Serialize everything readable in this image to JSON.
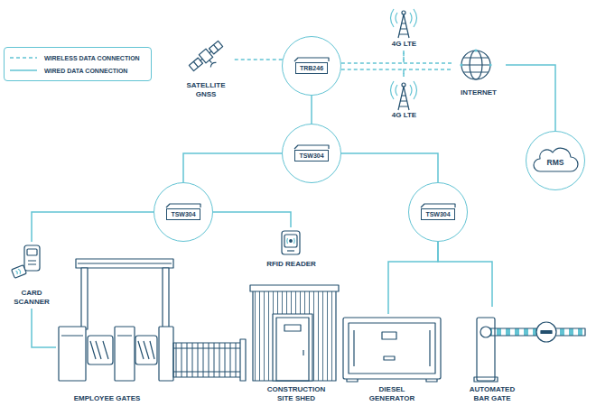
{
  "diagram": {
    "nodes": [
      {
        "text": [
          "TRB246"
        ]
      },
      {
        "text": [
          "SATELLITE GNSS"
        ]
      },
      {
        "text": [
          "4G LTE"
        ]
      },
      {
        "text": [
          "4G LTE"
        ]
      },
      {
        "text": [
          "INTERNET"
        ]
      },
      {
        "text": [
          "TSW304"
        ]
      },
      {
        "text": [
          "RMS"
        ]
      },
      {
        "text": [
          "TSW304"
        ]
      },
      {
        "text": [
          "TSW304"
        ]
      },
      {
        "text": [
          "CARD SCANNER"
        ]
      },
      {
        "text": [
          "RFID READER"
        ]
      },
      {
        "text": [
          "EMPLOYEE GATES"
        ]
      },
      {
        "text": [
          "CONSTRUCTION SITE SHED"
        ]
      },
      {
        "text": [
          "DIESEL GENERATOR"
        ]
      },
      {
        "text": [
          "AUTOMATED BAR GATE"
        ]
      }
    ],
    "edges": [
      {
        "from": 0,
        "to": 1,
        "arrow": "none"
      },
      {
        "from": 0,
        "to": 2,
        "arrow": "none"
      },
      {
        "from": 0,
        "to": 3,
        "arrow": "none"
      },
      {
        "from": 2,
        "to": 4,
        "arrow": "none"
      },
      {
        "from": 3,
        "to": 4,
        "arrow": "none"
      },
      {
        "from": 4,
        "to": 6,
        "arrow": "none"
      },
      {
        "from": 0,
        "to": 5,
        "arrow": "none"
      },
      {
        "from": 5,
        "to": 7,
        "arrow": "none"
      },
      {
        "from": 5,
        "to": 8,
        "arrow": "none"
      },
      {
        "from": 7,
        "to": 9,
        "arrow": "none"
      },
      {
        "from": 9,
        "to": 11,
        "arrow": "none"
      },
      {
        "from": 7,
        "to": 10,
        "arrow": "none"
      },
      {
        "from": 8,
        "to": 13,
        "arrow": "none"
      },
      {
        "from": 8,
        "to": 14,
        "arrow": "none"
      }
    ],
    "legend": [
      {
        "text": "WIRELESS DATA CONNECTION"
      },
      {
        "text": "WIRED DATA CONNECTION"
      }
    ]
  }
}
